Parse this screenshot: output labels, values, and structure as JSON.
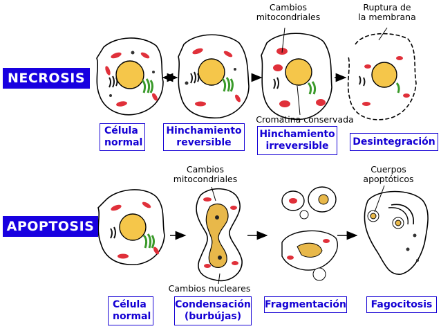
{
  "rows": {
    "necrosis": {
      "label": "NECROSIS",
      "captions": [
        "Célula\nnormal",
        "Hinchamiento\nreversible",
        "Hinchamiento\nirreversible",
        "Desintegración"
      ],
      "notes": {
        "mito_changes": "Cambios\nmitocondriales",
        "membrane_rupture": "Ruptura de\nla membrana",
        "chromatin": "Cromatina conservada"
      }
    },
    "apoptosis": {
      "label": "APOPTOSIS",
      "captions": [
        "Célula\nnormal",
        "Condensación\n(burbújas)",
        "Fragmentación",
        "Fagocitosis"
      ],
      "notes": {
        "mito_changes": "Cambios\nmitocondriales",
        "apoptotic_bodies": "Cuerpos\napoptóticos",
        "nuclear_changes": "Cambios nucleares"
      }
    }
  },
  "colors": {
    "label_bg": "#1800e0",
    "caption_text": "#1400d4",
    "nucleus": "#f5c64a",
    "mitochondria": "#e0303a",
    "er": "#3a9a2a",
    "condensed": "#e8b84a"
  }
}
